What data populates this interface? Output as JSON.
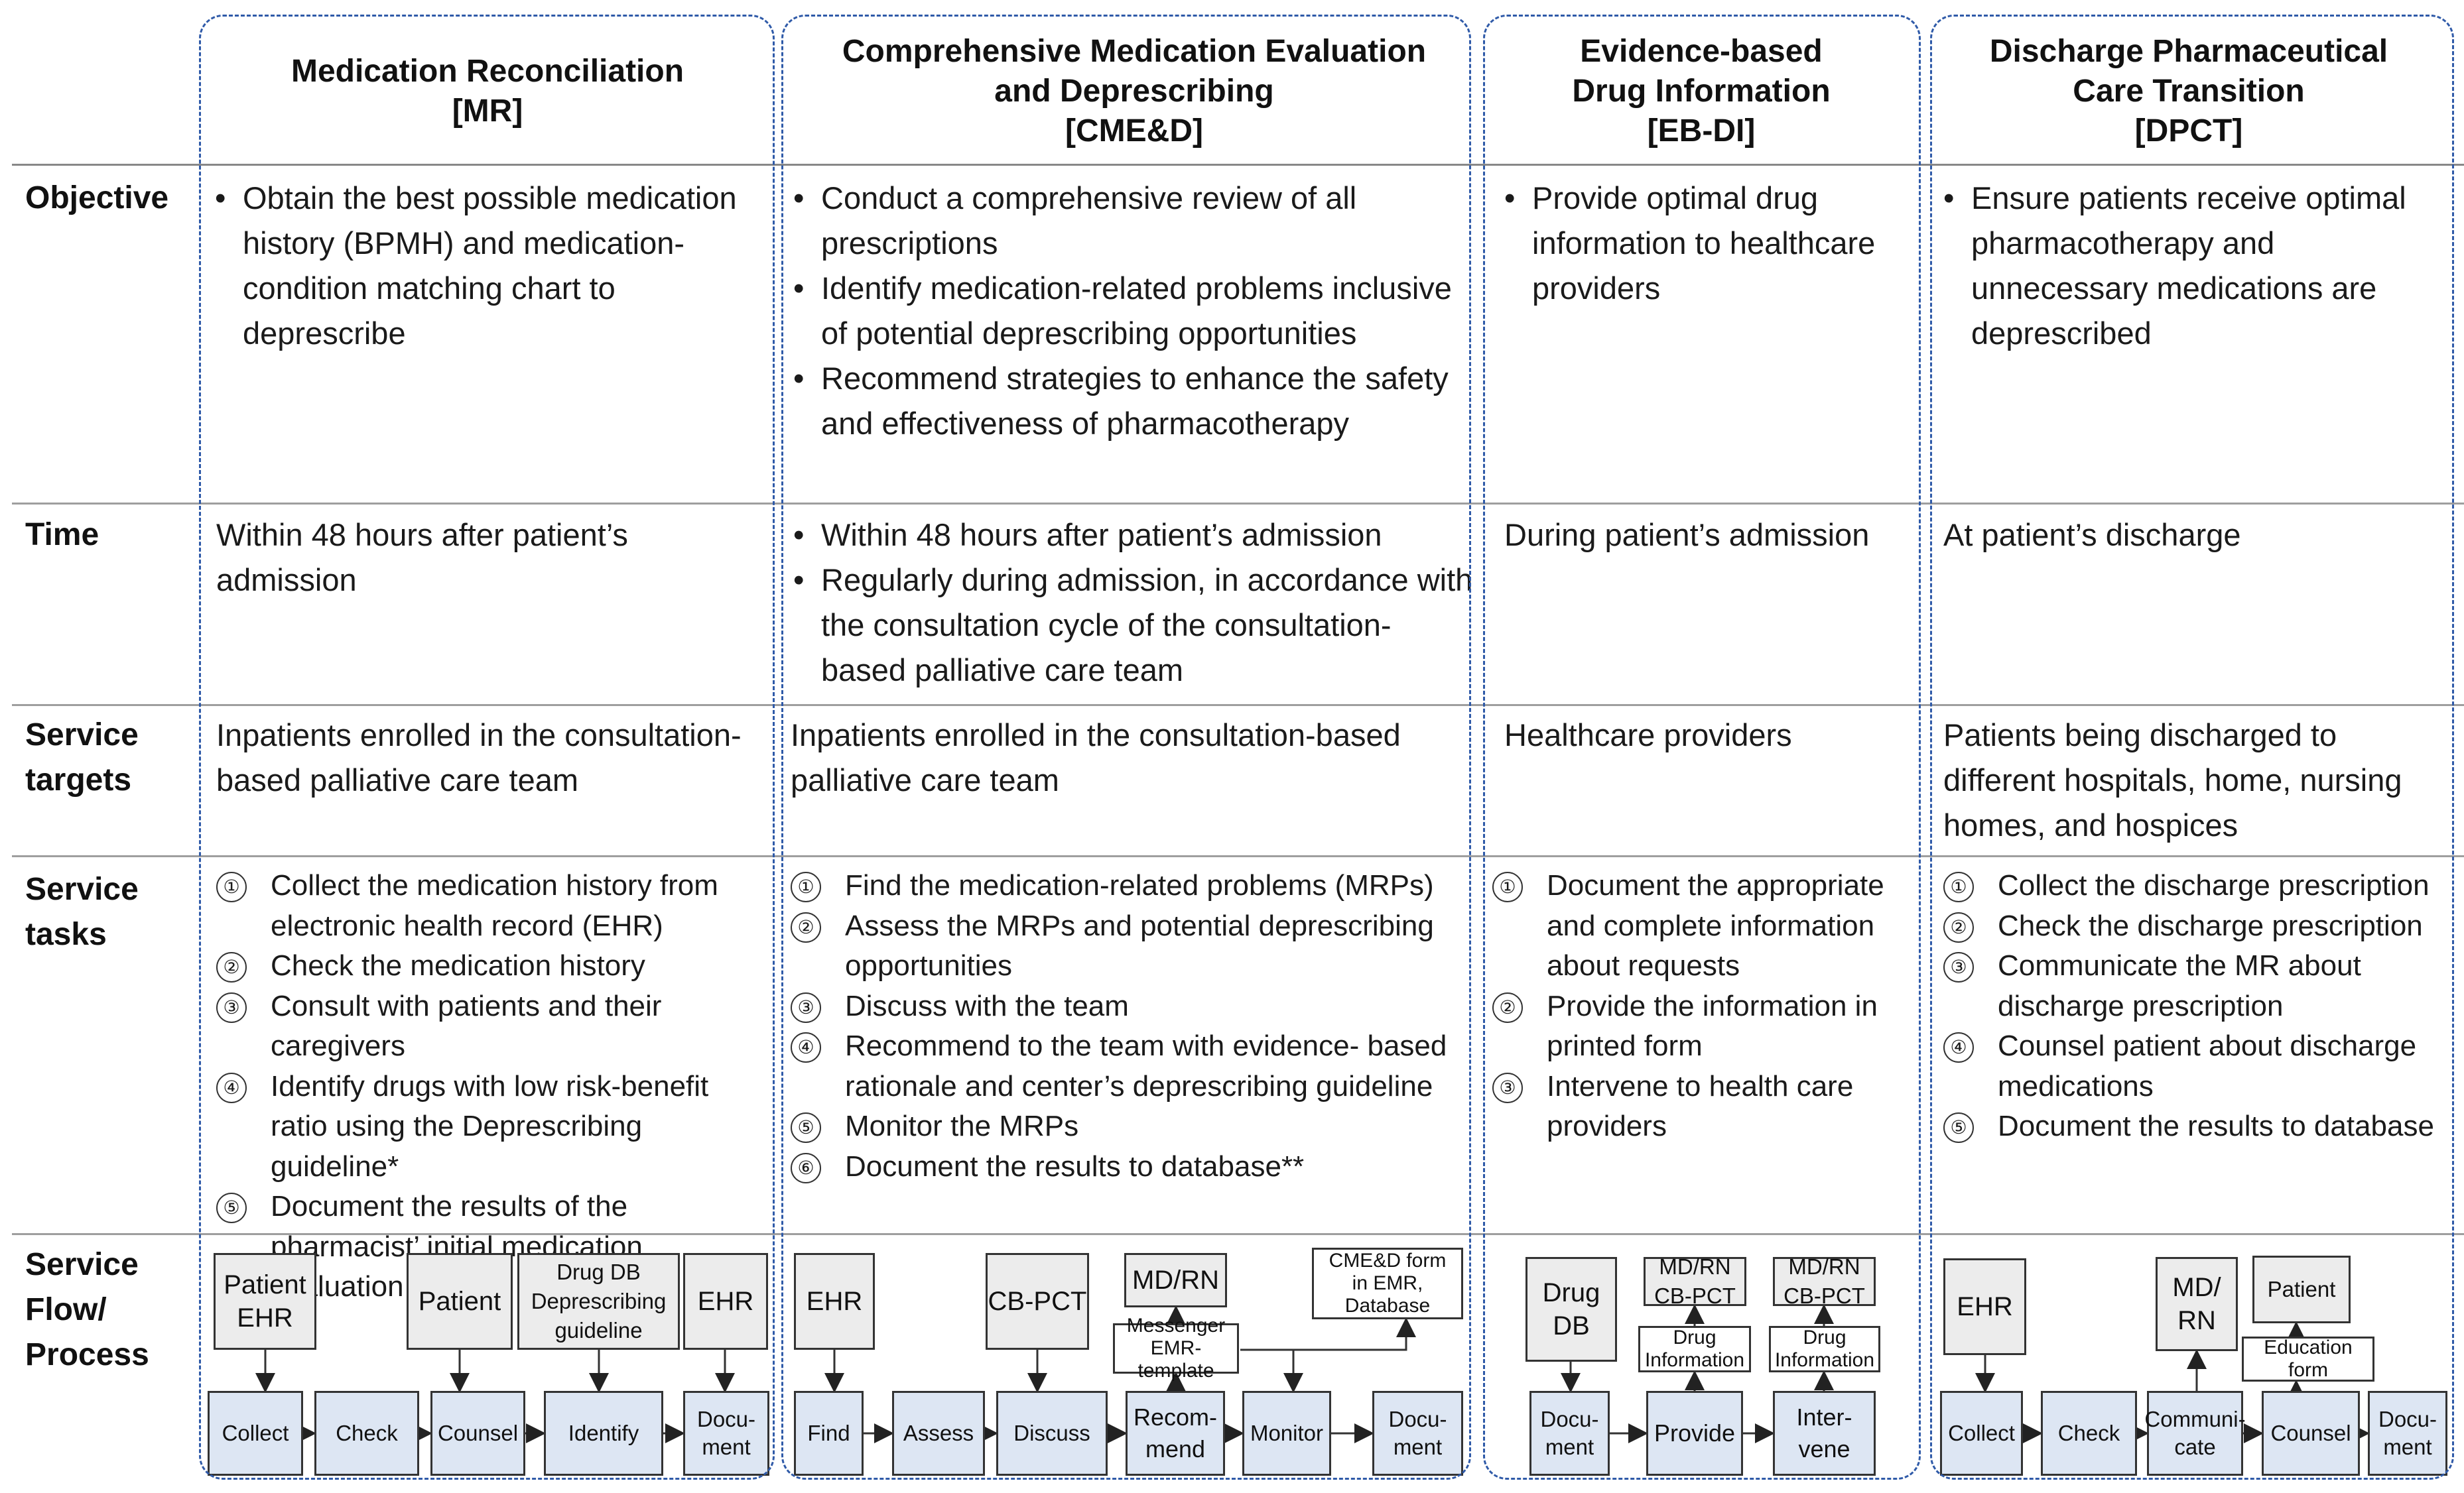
{
  "columns": [
    {
      "name": "Medication Reconciliation",
      "abbr": "[MR]"
    },
    {
      "name_line1": "Comprehensive Medication Evaluation",
      "name_line2": "and Deprescribing",
      "abbr": "[CME&D]"
    },
    {
      "name_line1": "Evidence-based",
      "name_line2": "Drug Information",
      "abbr": "[EB-DI]"
    },
    {
      "name_line1": "Discharge Pharmaceutical",
      "name_line2": "Care Transition",
      "abbr": "[DPCT]"
    }
  ],
  "rows": {
    "objective": {
      "label": "Objective",
      "mr": [
        "Obtain the best possible medication history (BPMH) and medication-condition matching chart to deprescribe"
      ],
      "cmed": [
        "Conduct a comprehensive review of all prescriptions",
        "Identify medication-related problems inclusive of potential deprescribing opportunities",
        "Recommend strategies to enhance the safety and effectiveness of pharmacotherapy"
      ],
      "ebdi": [
        "Provide optimal drug information to healthcare providers"
      ],
      "dpct": [
        "Ensure patients receive optimal pharmacotherapy and unnecessary medications are deprescribed"
      ]
    },
    "time": {
      "label": "Time",
      "mr": "Within 48 hours after patient’s admission",
      "cmed": [
        "Within 48 hours after patient’s admission",
        "Regularly during admission, in accordance with the consultation cycle of the consultation-based palliative care team"
      ],
      "ebdi": "During patient’s admission",
      "dpct": "At patient’s discharge"
    },
    "targets": {
      "label_line1": "Service",
      "label_line2": "targets",
      "mr": "Inpatients enrolled in the consultation-based palliative care team",
      "cmed": "Inpatients enrolled in the consultation-based palliative care team",
      "ebdi": "Healthcare providers",
      "dpct": "Patients being discharged to different hospitals, home, nursing homes, and hospices"
    },
    "tasks": {
      "label_line1": "Service",
      "label_line2": "tasks",
      "mr": [
        "Collect the medication history from electronic health record (EHR)",
        "Check the medication history",
        "Consult with patients and their caregivers",
        "Identify drugs with low risk-benefit ratio using the Deprescribing guideline*",
        "Document the results of the pharmacist’ initial medication evaluation to EHR"
      ],
      "cmed": [
        "Find the medication-related problems (MRPs)",
        "Assess the MRPs and potential deprescribing opportunities",
        "Discuss with the team",
        "Recommend to the team with evidence- based rationale and center’s deprescribing guideline",
        "Monitor the MRPs",
        "Document the results to database**"
      ],
      "ebdi": [
        "Document the appropriate and complete information about requests",
        "Provide the information in printed form",
        "Intervene to health care providers"
      ],
      "dpct": [
        "Collect the discharge prescription",
        "Check the discharge prescription",
        "Communicate the MR about discharge prescription",
        "Counsel patient about discharge medications",
        "Document the results to database"
      ]
    },
    "flow": {
      "label_line1": "Service",
      "label_line2": "Flow/",
      "label_line3": "Process",
      "numerals": [
        "①",
        "②",
        "③",
        "④",
        "⑤",
        "⑥"
      ],
      "mr": {
        "src_patient_ehr": [
          "Patient",
          "EHR"
        ],
        "src_patient": "Patient",
        "src_drugdb": [
          "Drug DB",
          "Deprescribing",
          "guideline"
        ],
        "src_ehr": "EHR",
        "acts": [
          "Collect",
          "Check",
          "Counsel",
          "Identify",
          [
            "Docu-",
            "ment"
          ]
        ]
      },
      "cmed": {
        "src_ehr": "EHR",
        "src_cbpct": "CB-PCT",
        "src_mdrn": "MD/RN",
        "src_messenger": [
          "Messenger",
          "EMR-template"
        ],
        "src_form": [
          "CME&D form",
          "in EMR,",
          "Database"
        ],
        "acts": [
          "Find",
          "Assess",
          "Discuss",
          [
            "Recom-",
            "mend"
          ],
          "Monitor",
          [
            "Docu-",
            "ment"
          ]
        ]
      },
      "ebdi": {
        "src_drugdb": [
          "Drug",
          "DB"
        ],
        "src_mdrn1": [
          "MD/RN",
          "CB-PCT"
        ],
        "src_druginfo1": [
          "Drug",
          "Information"
        ],
        "src_mdrn2": [
          "MD/RN",
          "CB-PCT"
        ],
        "src_druginfo2": [
          "Drug",
          "Information"
        ],
        "acts": [
          [
            "Docu-",
            "ment"
          ],
          "Provide",
          [
            "Inter-",
            "vene"
          ]
        ]
      },
      "dpct": {
        "src_ehr": "EHR",
        "src_mdrn": [
          "MD/",
          "RN"
        ],
        "src_patient": "Patient",
        "src_edu": [
          "Education",
          "form"
        ],
        "acts": [
          "Collect",
          "Check",
          [
            "Communi-",
            "cate"
          ],
          "Counsel",
          [
            "Docu-",
            "ment"
          ]
        ]
      }
    }
  }
}
